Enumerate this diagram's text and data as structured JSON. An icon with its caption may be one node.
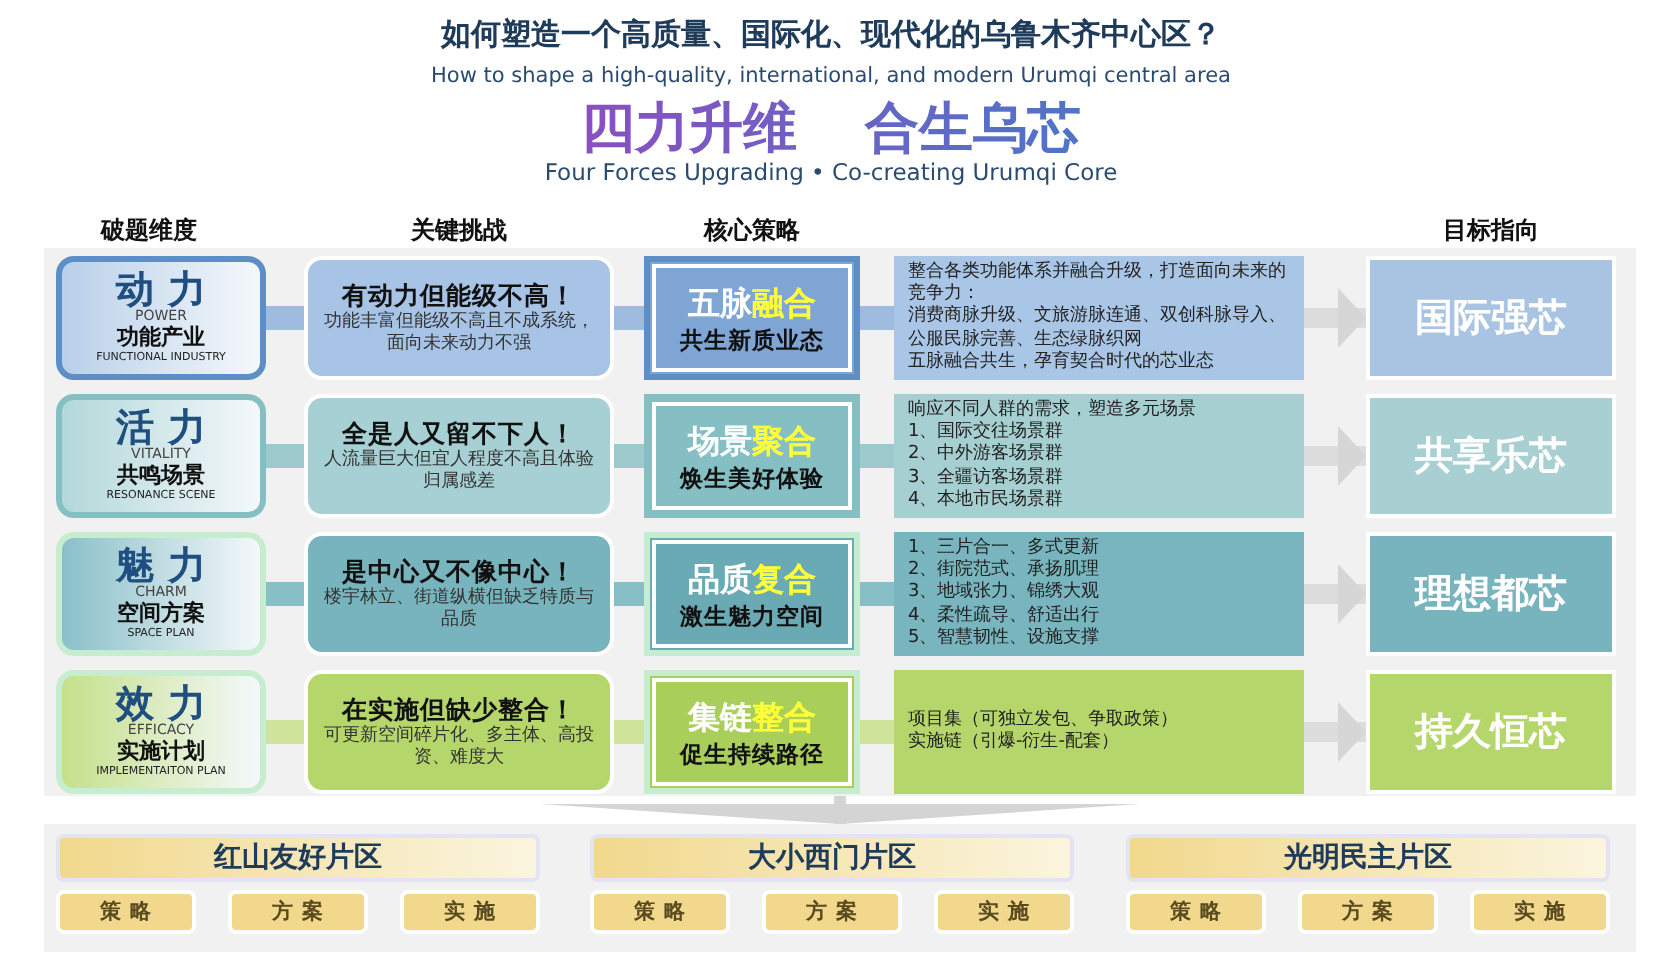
{
  "diagram": {
    "title": "如何塑造一个高质量、国际化、现代化的乌鲁木齐中心区？",
    "nodes": [
      {
        "text": [],
        "shape": "box"
      },
      {
        "text": [
          "动 力",
          "POWER",
          "功能产业",
          "FUNCTIONAL INDUSTRY"
        ],
        "in": 0
      },
      {
        "text": [
          "有动力但能级不高！",
          "功能丰富但能级不高且不成系统，面向未来动力不强"
        ],
        "in": 0
      },
      {
        "text": [
          "五脉**融合**",
          "共生新质业态"
        ],
        "in": 0
      },
      {
        "text": [
          "整合各类功能体系并融合升级，打造面向未来的竞争力：",
          "消费商脉升级、文旅游脉连通、双创科脉导入、公服民脉完善、生态绿脉织网",
          "五脉融合共生，孕育契合时代的芯业态"
        ],
        "in": 0
      },
      {
        "text": [
          "国际强芯"
        ],
        "in": 0
      },
      {
        "text": [
          "活 力",
          "VITALITY",
          "共鸣场景",
          "RESONANCE SCENE"
        ],
        "in": 0
      },
      {
        "text": [
          "全是人又留不下人！",
          "人流量巨大但宜人程度不高且体验归属感差"
        ],
        "in": 0
      },
      {
        "text": [
          "场景**聚合**",
          "焕生美好体验"
        ],
        "in": 0
      },
      {
        "text": [
          "响应不同人群的需求，塑造多元场景",
          "1、国际交往场景群",
          "2、中外游客场景群",
          "3、全疆访客场景群",
          "4、本地市民场景群"
        ],
        "in": 0
      },
      {
        "text": [
          "共享乐芯"
        ],
        "in": 0
      },
      {
        "text": [
          "魅 力",
          "CHARM",
          "空间方案",
          "SPACE PLAN"
        ],
        "in": 0
      },
      {
        "text": [
          "是中心又不像中心！",
          "楼宇林立、街道纵横但缺乏特质与品质"
        ],
        "in": 0
      },
      {
        "text": [
          "品质**复合**",
          "激生魅力空间"
        ],
        "in": 0
      },
      {
        "text": [
          "1、三片合一、多式更新",
          "2、街院范式、承扬肌理",
          "3、地域张力、锦绣大观",
          "4、柔性疏导、舒适出行",
          "5、智慧韧性、设施支撑"
        ],
        "in": 0
      },
      {
        "text": [
          "理想都芯"
        ],
        "in": 0
      },
      {
        "text": [
          "效 力",
          "EFFICACY",
          "实施计划",
          "IMPLEMENTAITON PLAN"
        ],
        "in": 0
      },
      {
        "text": [
          "在实施但缺少整合！",
          "可更新空间碎片化、多主体、高投资、难度大"
        ],
        "in": 0
      },
      {
        "text": [
          "集链**整合**",
          "促生持续路径"
        ],
        "in": 0
      },
      {
        "text": [
          "项目集（可独立发包、争取政策）",
          "实施链（引爆-衍生-配套）"
        ],
        "in": 0
      },
      {
        "text": [
          "持久恒芯"
        ],
        "in": 0
      },
      {
        "text": [],
        "shape": "box"
      },
      {
        "text": [
          "红山友好片区"
        ],
        "in": 21
      },
      {
        "text": [
          "大小西门片区"
        ],
        "in": 21
      },
      {
        "text": [
          "光明民主片区"
        ],
        "in": 21
      },
      {
        "text": [
          "策 略"
        ],
        "in": 21
      },
      {
        "text": [
          "方 案"
        ],
        "in": 21
      },
      {
        "text": [
          "实 施"
        ],
        "in": 21
      },
      {
        "text": [
          "策 略"
        ],
        "in": 21
      },
      {
        "text": [
          "方 案"
        ],
        "in": 21
      },
      {
        "text": [
          "实 施"
        ],
        "in": 21
      },
      {
        "text": [
          "策 略"
        ],
        "in": 21
      },
      {
        "text": [
          "方 案"
        ],
        "in": 21
      },
      {
        "text": [
          "实 施"
        ],
        "in": 21
      }
    ],
    "edges": [
      {
        "from": 1,
        "to": 2,
        "arrow": "none"
      },
      {
        "from": 2,
        "to": 3,
        "arrow": "none"
      },
      {
        "from": 3,
        "to": 4,
        "arrow": "none"
      },
      {
        "from": 4,
        "to": 5,
        "arrow": "to"
      },
      {
        "from": 6,
        "to": 7,
        "arrow": "none"
      },
      {
        "from": 7,
        "to": 8,
        "arrow": "none"
      },
      {
        "from": 8,
        "to": 9,
        "arrow": "none"
      },
      {
        "from": 9,
        "to": 10,
        "arrow": "to"
      },
      {
        "from": 11,
        "to": 12,
        "arrow": "none"
      },
      {
        "from": 12,
        "to": 13,
        "arrow": "none"
      },
      {
        "from": 13,
        "to": 14,
        "arrow": "none"
      },
      {
        "from": 14,
        "to": 15,
        "arrow": "to"
      },
      {
        "from": 16,
        "to": 17,
        "arrow": "none"
      },
      {
        "from": 17,
        "to": 18,
        "arrow": "none"
      },
      {
        "from": 18,
        "to": 19,
        "arrow": "none"
      },
      {
        "from": 19,
        "to": 20,
        "arrow": "to"
      },
      {
        "from": 0,
        "to": 21,
        "arrow": "to"
      }
    ],
    "labels": [
      "How to shape a high-quality, international, and modern Urumqi central area",
      "四力升维 合生乌芯",
      "Four Forces Upgrading • Co-creating Urumqi Core",
      "破题维度",
      "关键挑战",
      "核心策略",
      "目标指向"
    ]
  }
}
